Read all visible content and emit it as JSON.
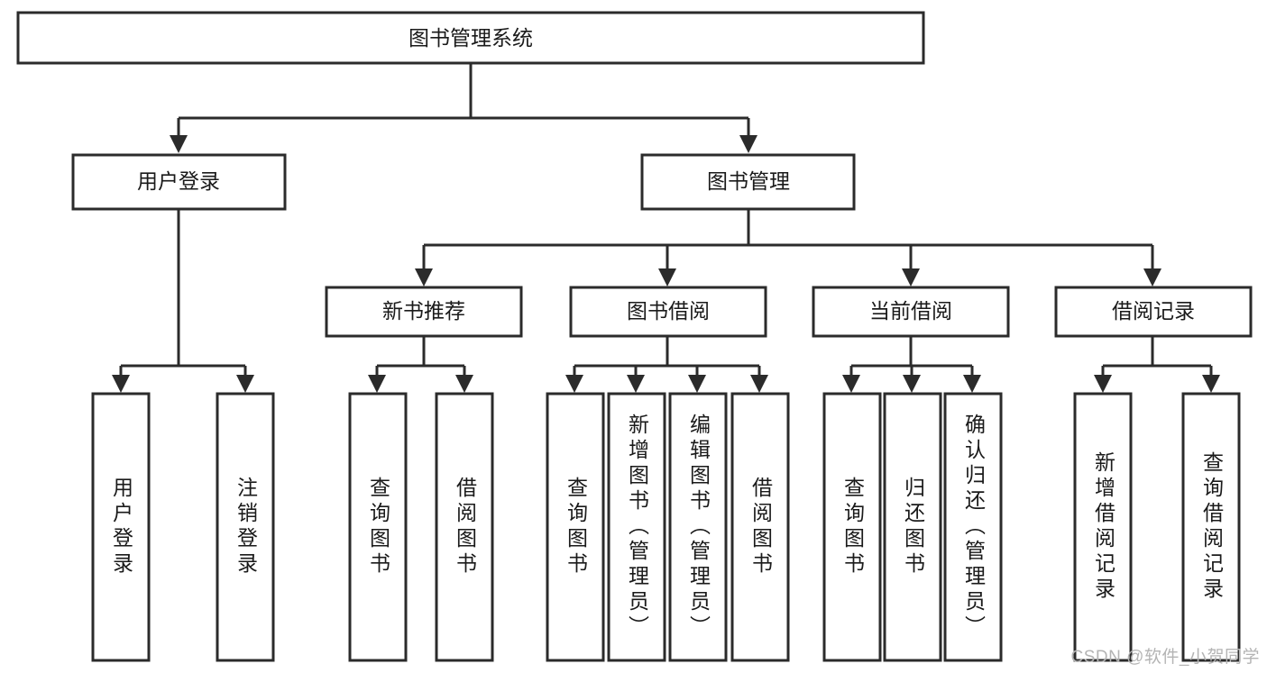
{
  "diagram": {
    "type": "tree-hierarchy-chart",
    "title_text": "图书管理系统",
    "colors": {
      "box_stroke": "#2b2b2b",
      "box_fill": "#ffffff",
      "connector": "#2b2b2b",
      "text": "#1a1a1a",
      "background": "#ffffff",
      "watermark": "#b4b4b4"
    },
    "root": {
      "label": "图书管理系统"
    },
    "level2": [
      {
        "label": "用户登录"
      },
      {
        "label": "图书管理"
      }
    ],
    "level3": [
      {
        "label": "新书推荐"
      },
      {
        "label": "图书借阅"
      },
      {
        "label": "当前借阅"
      },
      {
        "label": "借阅记录"
      }
    ],
    "leaves": [
      {
        "label": "用户登录",
        "parent": "用户登录"
      },
      {
        "label": "注销登录",
        "parent": "用户登录"
      },
      {
        "label": "查询图书",
        "parent": "新书推荐"
      },
      {
        "label": "借阅图书",
        "parent": "新书推荐"
      },
      {
        "label": "查询图书",
        "parent": "图书借阅"
      },
      {
        "label": "新增图书（管理员）",
        "parent": "图书借阅"
      },
      {
        "label": "编辑图书（管理员）",
        "parent": "图书借阅"
      },
      {
        "label": "借阅图书",
        "parent": "图书借阅"
      },
      {
        "label": "查询图书",
        "parent": "当前借阅"
      },
      {
        "label": "归还图书",
        "parent": "当前借阅"
      },
      {
        "label": "确认归还（管理员）",
        "parent": "当前借阅"
      },
      {
        "label": "新增借阅记录",
        "parent": "借阅记录"
      },
      {
        "label": "查询借阅记录",
        "parent": "借阅记录"
      }
    ],
    "watermark": "CSDN @软件_小贺同学"
  }
}
